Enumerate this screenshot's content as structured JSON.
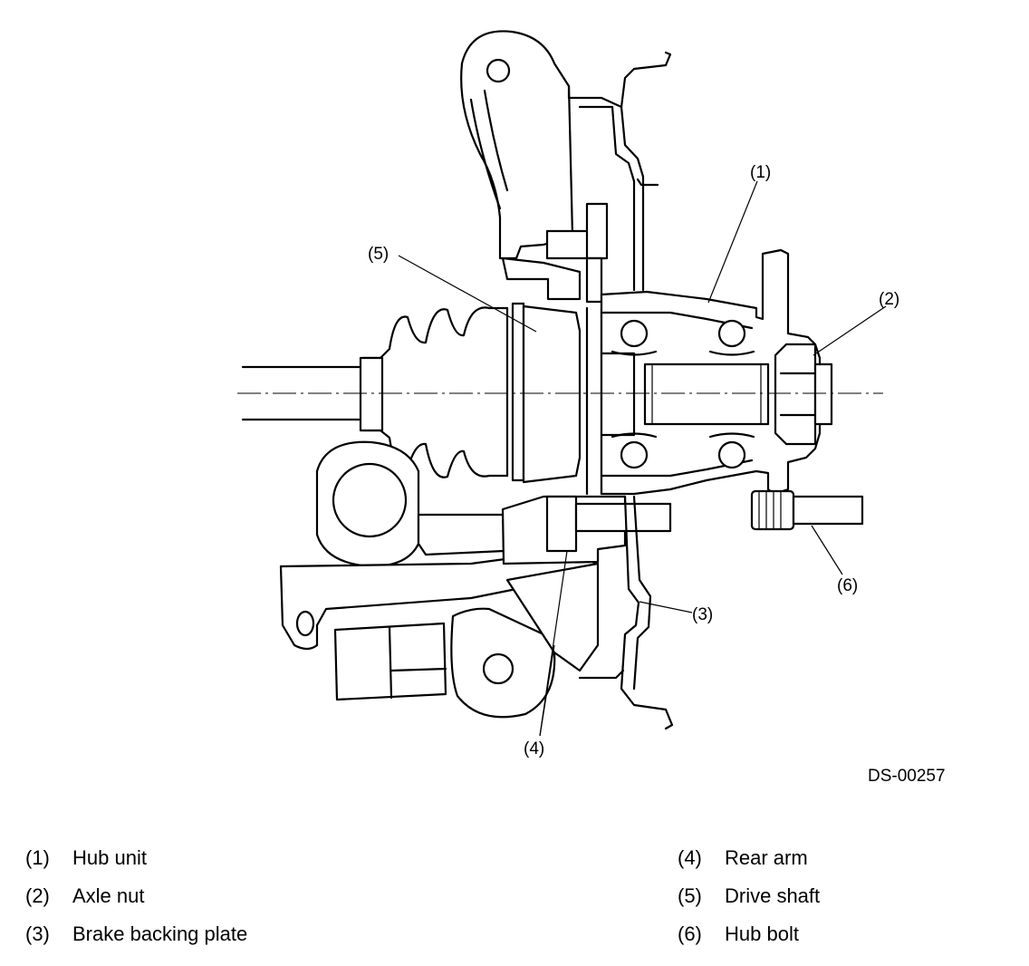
{
  "callouts": [
    "(1)",
    "(2)",
    "(3)",
    "(4)",
    "(5)",
    "(6)"
  ],
  "figure_code": "DS-00257",
  "legend": [
    {
      "num": "(1)",
      "label": "Hub unit"
    },
    {
      "num": "(2)",
      "label": "Axle nut"
    },
    {
      "num": "(3)",
      "label": "Brake backing plate"
    },
    {
      "num": "(4)",
      "label": "Rear arm"
    },
    {
      "num": "(5)",
      "label": "Drive shaft"
    },
    {
      "num": "(6)",
      "label": "Hub bolt"
    }
  ]
}
